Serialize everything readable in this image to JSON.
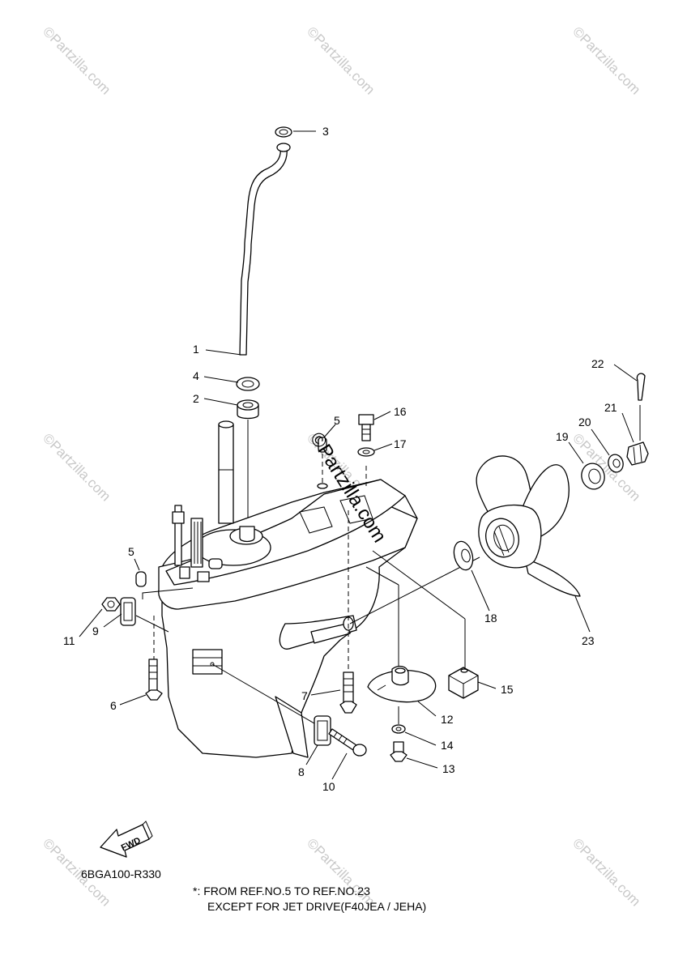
{
  "watermarks": [
    "©Partzilla.com",
    "©Partzilla.com",
    "©Partzilla.com",
    "©Partzilla.com",
    "©Partzilla.com",
    "©Partzilla.com",
    "©Partzilla.com",
    "©Partzilla.com",
    "©Partzilla.com"
  ],
  "center_watermark": "©Partzilla.com",
  "fwd_label": "FWD",
  "diagram_code": "6BGA100-R330",
  "note": {
    "line1": "*: FROM REF.NO.5 TO REF.NO.23",
    "line2": "EXCEPT FOR JET DRIVE(F40JEA / JEHA)"
  },
  "callouts": [
    "1",
    "2",
    "3",
    "4",
    "5",
    "5",
    "6",
    "7",
    "8",
    "9",
    "10",
    "11",
    "12",
    "13",
    "14",
    "15",
    "16",
    "17",
    "18",
    "19",
    "20",
    "21",
    "22",
    "23"
  ]
}
